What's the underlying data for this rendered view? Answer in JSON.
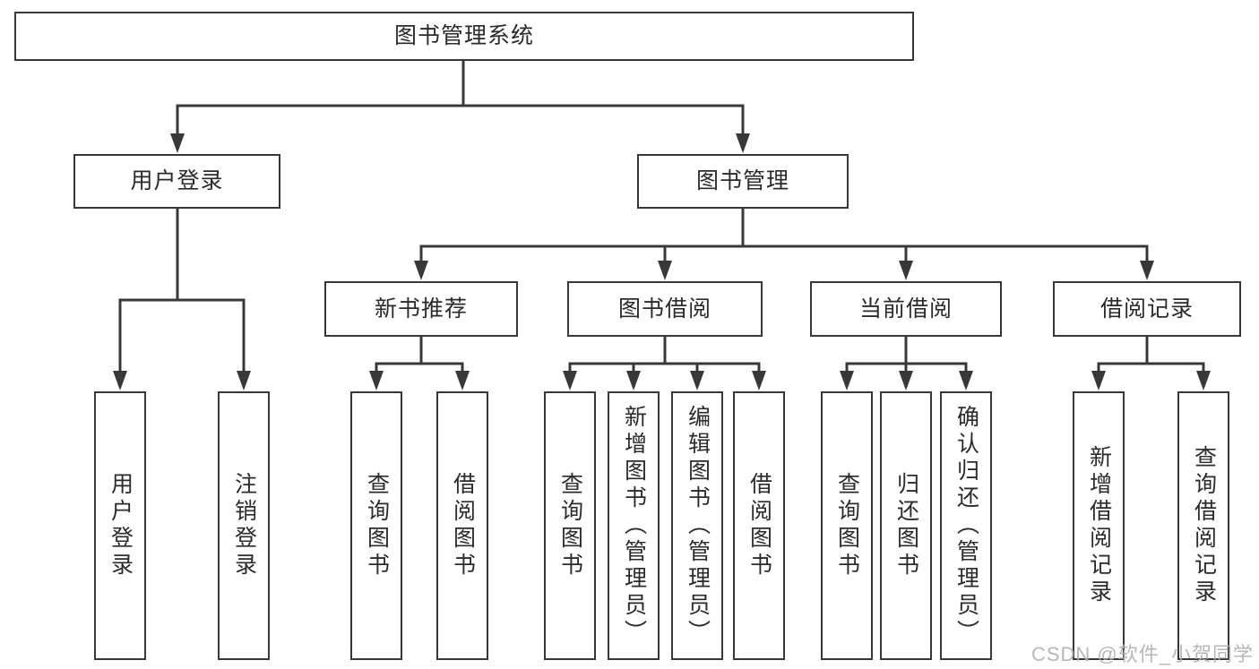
{
  "tree": {
    "label": "图书管理系统",
    "children": [
      {
        "label": "用户登录",
        "children": [
          {
            "label": "用户登录"
          },
          {
            "label": "注销登录"
          }
        ]
      },
      {
        "label": "图书管理",
        "children": [
          {
            "label": "新书推荐",
            "children": [
              {
                "label": "查询图书"
              },
              {
                "label": "借阅图书"
              }
            ]
          },
          {
            "label": "图书借阅",
            "children": [
              {
                "label": "查询图书"
              },
              {
                "label": "新增图书（管理员）"
              },
              {
                "label": "编辑图书（管理员）"
              },
              {
                "label": "借阅图书"
              }
            ]
          },
          {
            "label": "当前借阅",
            "children": [
              {
                "label": "查询图书"
              },
              {
                "label": "归还图书"
              },
              {
                "label": "确认归还（管理员）"
              }
            ]
          },
          {
            "label": "借阅记录",
            "children": [
              {
                "label": "新增借阅记录"
              },
              {
                "label": "查询借阅记录"
              }
            ]
          }
        ]
      }
    ]
  },
  "watermark": {
    "text": "CSDN @软件_小贺同学"
  },
  "colors": {
    "line": "#383838",
    "box_fill": "#ffffff",
    "text": "#2b2b2b",
    "watermark": "#b0b0b0",
    "background": "#ffffff"
  }
}
